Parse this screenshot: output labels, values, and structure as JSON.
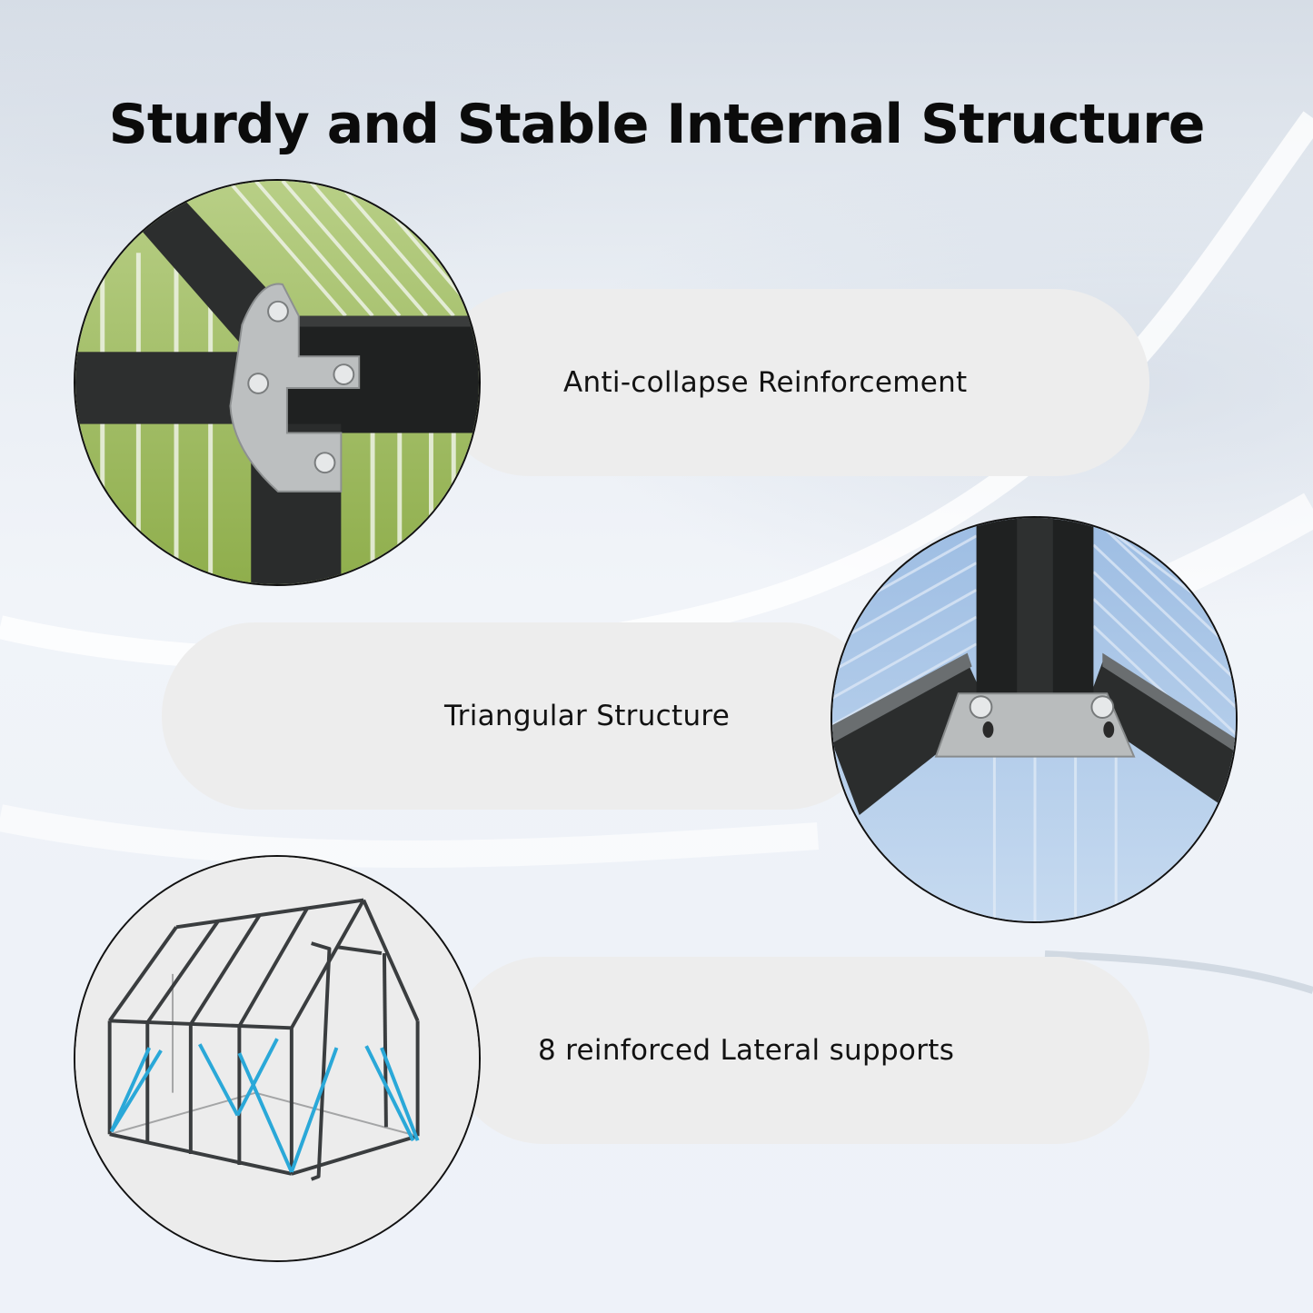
{
  "title": "Sturdy and Stable Internal Structure",
  "features": [
    {
      "label": "Anti-collapse Reinforcement",
      "image": "corner-bracket-closeup"
    },
    {
      "label": "Triangular Structure",
      "image": "triangular-roof-bracket-closeup"
    },
    {
      "label": "8 reinforced Lateral supports",
      "image": "greenhouse-frame-diagram"
    }
  ],
  "colors": {
    "title_text": "#0b0b0b",
    "pill_background": "#ededed",
    "frame_dark": "#2a2c2c",
    "bracket_silver": "#b9bcbd",
    "lateral_support_blue": "#2aa8d8",
    "grass_green": "#9cb960",
    "panel_blue": "#a9c7e8"
  }
}
